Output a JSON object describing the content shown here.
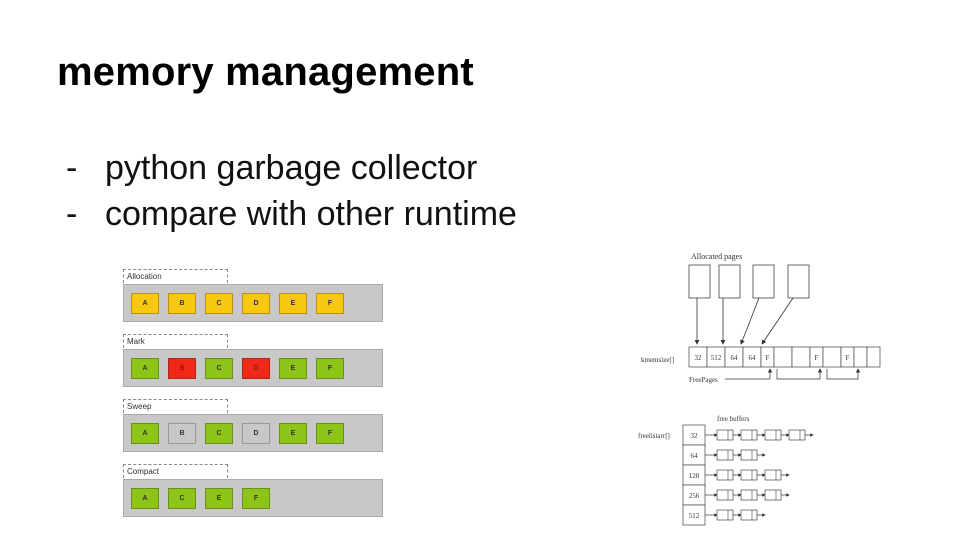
{
  "slide": {
    "title": "memory management",
    "bullets": [
      {
        "dash": "-",
        "text": "python garbage collector"
      },
      {
        "dash": "-",
        "text": "compare with other runtime"
      }
    ]
  },
  "gc_diagram": {
    "colors": {
      "allocated": "#f8c810",
      "live": "#8cc418",
      "dead": "#f02818",
      "freed": "#c8c8c8"
    },
    "stages": [
      {
        "label": "Allocation",
        "cells": [
          {
            "id": "A",
            "state": "yellow"
          },
          {
            "id": "B",
            "state": "yellow"
          },
          {
            "id": "C",
            "state": "yellow"
          },
          {
            "id": "D",
            "state": "yellow"
          },
          {
            "id": "E",
            "state": "yellow"
          },
          {
            "id": "F",
            "state": "yellow"
          }
        ]
      },
      {
        "label": "Mark",
        "cells": [
          {
            "id": "A",
            "state": "green"
          },
          {
            "id": "B",
            "state": "red"
          },
          {
            "id": "C",
            "state": "green"
          },
          {
            "id": "D",
            "state": "red"
          },
          {
            "id": "E",
            "state": "green"
          },
          {
            "id": "F",
            "state": "green"
          }
        ]
      },
      {
        "label": "Sweep",
        "cells": [
          {
            "id": "A",
            "state": "green"
          },
          {
            "id": "B",
            "state": "gray"
          },
          {
            "id": "C",
            "state": "green"
          },
          {
            "id": "D",
            "state": "gray"
          },
          {
            "id": "E",
            "state": "green"
          },
          {
            "id": "F",
            "state": "green"
          }
        ]
      },
      {
        "label": "Compact",
        "cells": [
          {
            "id": "A",
            "state": "green"
          },
          {
            "id": "C",
            "state": "green"
          },
          {
            "id": "E",
            "state": "green"
          },
          {
            "id": "F",
            "state": "green"
          }
        ]
      }
    ]
  },
  "pages_diagram": {
    "top_label": "Allocated pages",
    "array_label": "kmemsize[]",
    "free_label": "FreePages",
    "cells": [
      "32",
      "512",
      "64",
      "64",
      "F",
      "",
      "",
      "F",
      "",
      "F",
      "",
      ""
    ]
  },
  "buffers_diagram": {
    "top_label": "free buffers",
    "array_label": "freelistarr[]",
    "rows": [
      {
        "size": "32",
        "buffers": 4
      },
      {
        "size": "64",
        "buffers": 2
      },
      {
        "size": "128",
        "buffers": 3
      },
      {
        "size": "256",
        "buffers": 3
      },
      {
        "size": "512",
        "buffers": 2
      }
    ]
  }
}
